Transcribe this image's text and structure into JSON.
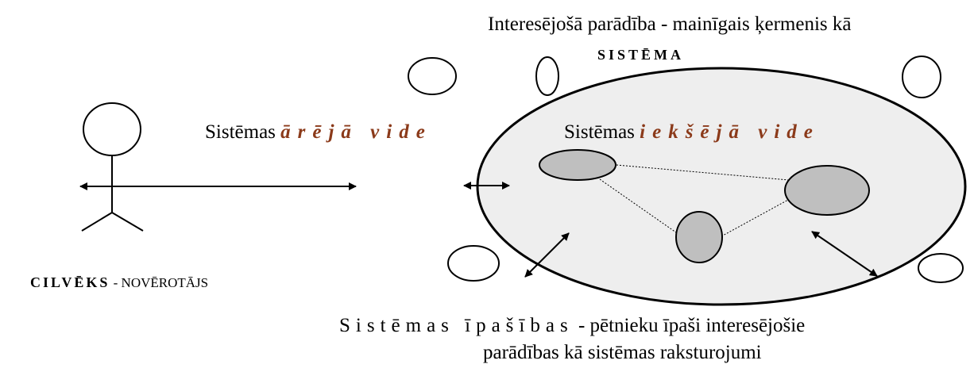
{
  "diagram": {
    "title_line1": "Interesējošā parādība - mainīgais ķermenis kā",
    "title_line2": "SISTĒMA",
    "outer_env": {
      "prefix": "Sistēmas",
      "accent": "ārējā vide"
    },
    "inner_env": {
      "prefix": "Sistēmas",
      "accent": "iekšējā vide"
    },
    "observer": {
      "strong": "CILVĒKS",
      "rest": " - NOVĒROTĀJS"
    },
    "properties": {
      "line1_spaced": "Sistēmas īpašības",
      "line1_rest": " - pētnieku īpaši interesējošie",
      "line2": "parādības kā sistēmas raksturojumi"
    },
    "colors": {
      "accent": "#8b3a1a",
      "system_fill": "#eeeeee",
      "element_fill": "#bfbfbf"
    }
  }
}
